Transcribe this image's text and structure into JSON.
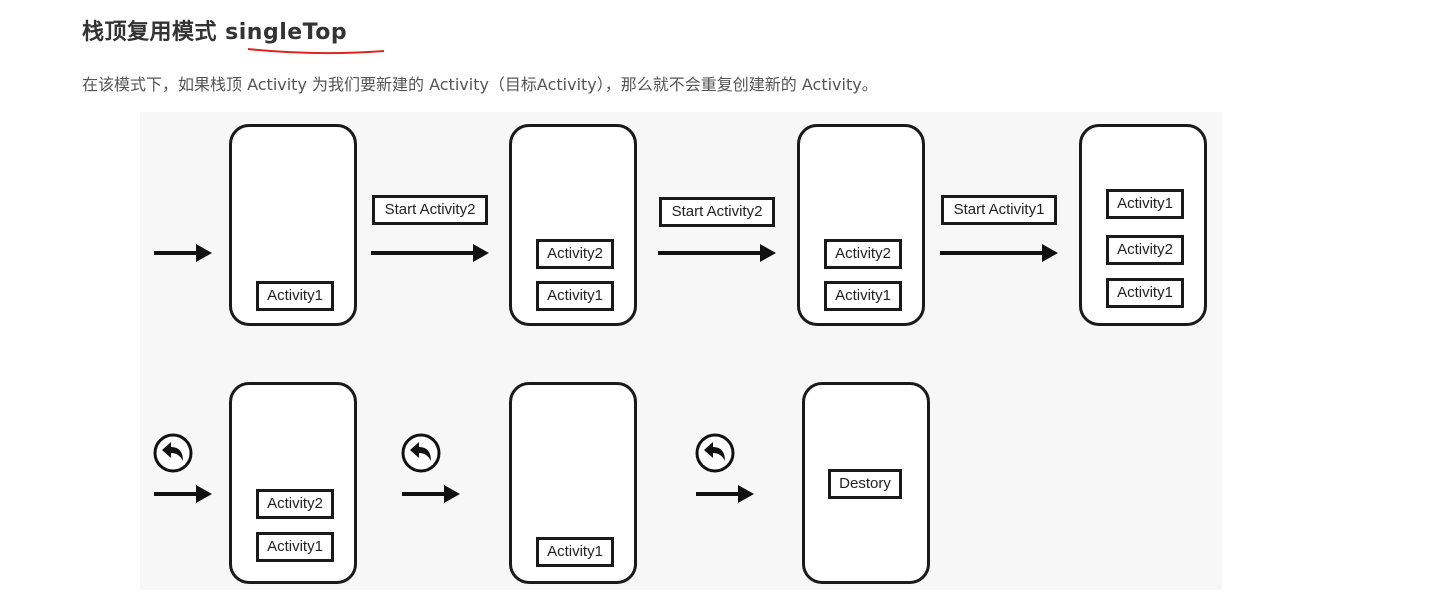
{
  "heading": {
    "title": "栈顶复用模式 singleTop"
  },
  "description": "在该模式下，如果栈顶 Activity 为我们要新建的 Activity（目标Activity），那么就不会重复创建新的 Activity。",
  "diagram": {
    "row1": {
      "stack1": [
        "Activity1"
      ],
      "action1": "Start Activity2",
      "stack2": [
        "Activity2",
        "Activity1"
      ],
      "action2": "Start Activity2",
      "stack3": [
        "Activity2",
        "Activity1"
      ],
      "action3": "Start Activity1",
      "stack4": [
        "Activity1",
        "Activity2",
        "Activity1"
      ]
    },
    "row2": {
      "stack1": [
        "Activity2",
        "Activity1"
      ],
      "stack2": [
        "Activity1"
      ],
      "stack3": [
        "Destory"
      ]
    },
    "icons": {
      "arrow": "right-arrow-icon",
      "back": "back-icon"
    }
  }
}
